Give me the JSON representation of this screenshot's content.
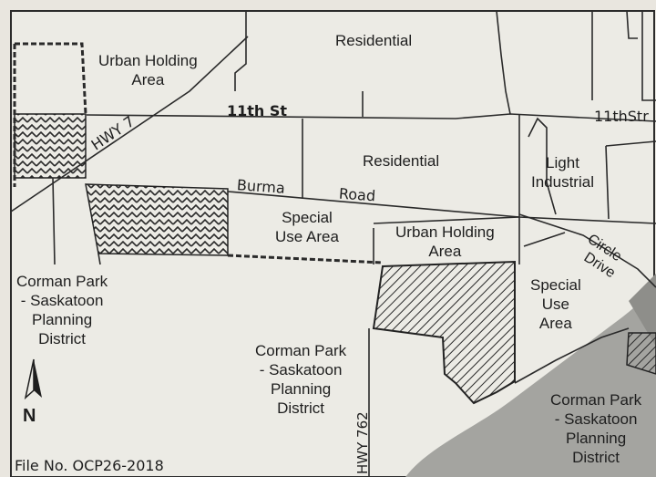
{
  "map": {
    "zones": {
      "residential_north": "Residential",
      "residential_central": "Residential",
      "urban_holding_west": [
        "Urban Holding",
        "Area"
      ],
      "urban_holding_central": [
        "Urban Holding",
        "Area"
      ],
      "special_use_west": [
        "Special",
        "Use Area"
      ],
      "special_use_east": [
        "Special",
        "Use",
        "Area"
      ],
      "light_industrial": [
        "Light",
        "Industrial"
      ]
    },
    "roads": {
      "street_11th": "11th St",
      "street_11th_east": "11thStr",
      "hwy7": "HWY 7",
      "burma": "Burma",
      "road": "Road",
      "circle": "Circle",
      "drive": "Drive",
      "hwy762": "HWY 762"
    },
    "districts": {
      "west": [
        "Corman Park",
        "- Saskatoon",
        "Planning",
        "District"
      ],
      "south": [
        "Corman Park",
        "- Saskatoon",
        "Planning",
        "District"
      ],
      "east": [
        "Corman Park",
        "- Saskatoon",
        "Planning",
        "District"
      ]
    },
    "north_arrow": "N",
    "file_no": "File No. OCP26-2018",
    "colors": {
      "paper": "#e9e6df",
      "ink": "#1e1e1e",
      "river": "#9a9a96",
      "hatch": "#2a2a2a"
    }
  }
}
